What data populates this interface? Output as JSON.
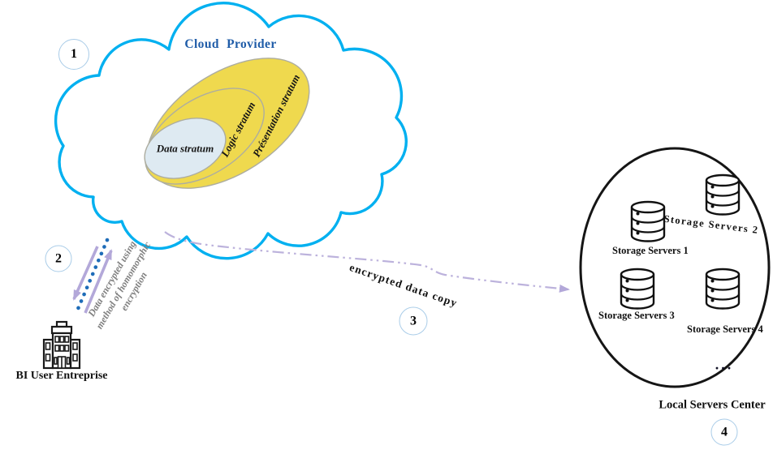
{
  "cloud": {
    "title": "Cloud Provider",
    "step": "1",
    "strata": [
      {
        "label": "Présentation stratum"
      },
      {
        "label": "Logic stratum"
      },
      {
        "label": "Data stratum"
      }
    ]
  },
  "user": {
    "step": "2",
    "label": "BI User Entreprise",
    "encryption_note": {
      "line1": "Data encrypted using",
      "line2": "method of homomorphic",
      "line3": "encryption"
    }
  },
  "transfer": {
    "step": "3",
    "label": "encrypted data copy"
  },
  "servers": {
    "step": "4",
    "center_label": "Local Servers Center",
    "ellipsis": "...",
    "items": [
      {
        "label": "Storage Servers 1"
      },
      {
        "label": "Storage Servers 2"
      },
      {
        "label": "Storage Servers 3"
      },
      {
        "label": "Storage Servers 4"
      }
    ]
  },
  "icons": {
    "cloud": "cloud-shape-icon",
    "building": "enterprise-building-icon",
    "storage": "database-cylinder-icon"
  },
  "colors": {
    "cloud_stroke": "#00B0F0",
    "stratum_yellow": "#EFD94E",
    "stratum_blue_fill": "#DEEAF2",
    "ellipse_stroke": "#ADADA0",
    "title_blue": "#1F5CA8",
    "arrow_purple": "#B3A8D9",
    "dots_blue": "#1E6CB8",
    "dash_lavender": "#BCB2DC",
    "note_gray": "#7F7F7F",
    "step_circle_border": "#A9CCE8",
    "black": "#111111"
  }
}
